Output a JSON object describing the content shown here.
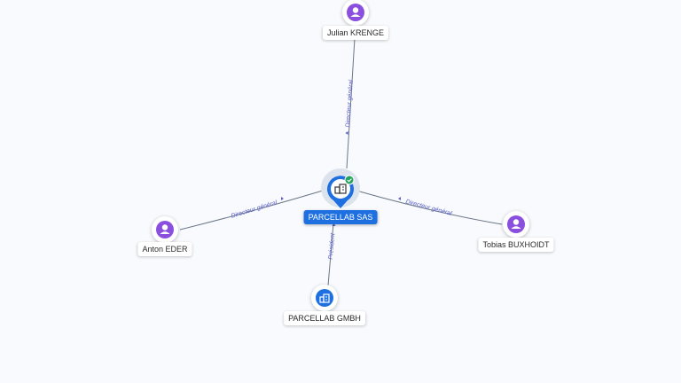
{
  "colors": {
    "person": "#8b4fe0",
    "company": "#1e6fe0",
    "edge_label": "#5b5fc7",
    "verified": "#23a35b"
  },
  "nodes": {
    "center": {
      "label": "PARCELLAB SAS",
      "type": "company",
      "icon": "company-building-icon",
      "verified": true
    },
    "top": {
      "label": "Julian KRENGE",
      "type": "person",
      "icon": "person-icon"
    },
    "left": {
      "label": "Anton EDER",
      "type": "person",
      "icon": "person-icon"
    },
    "right": {
      "label": "Tobias BUXHOIDT",
      "type": "person",
      "icon": "person-icon"
    },
    "bottom": {
      "label": "PARCELLAB GMBH",
      "type": "company",
      "icon": "company-building-icon"
    }
  },
  "edges": {
    "top": {
      "label": "Directeur général"
    },
    "left": {
      "label": "Directeur général"
    },
    "right": {
      "label": "Directeur général"
    },
    "bottom": {
      "label": "Président"
    }
  }
}
